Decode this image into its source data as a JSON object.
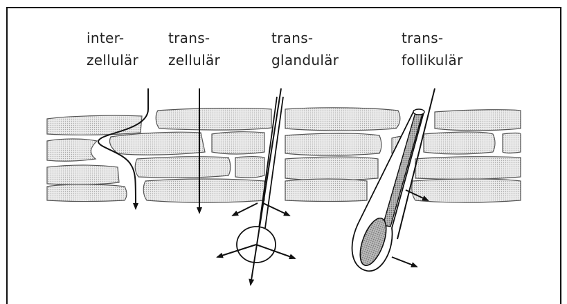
{
  "labels": {
    "intercellular": {
      "line1": "inter-",
      "line2": "zellulär"
    },
    "transcellular": {
      "line1": "trans-",
      "line2": "zellulär"
    },
    "transglandular": {
      "line1": "trans-",
      "line2": "glandulär"
    },
    "transfollicular": {
      "line1": "trans-",
      "line2": "follikulär"
    }
  },
  "colors": {
    "line": "#111111",
    "cell_fill": "#e2e2e2",
    "cell_stroke": "#444444",
    "follicle_fill": "#b8b8b8"
  }
}
